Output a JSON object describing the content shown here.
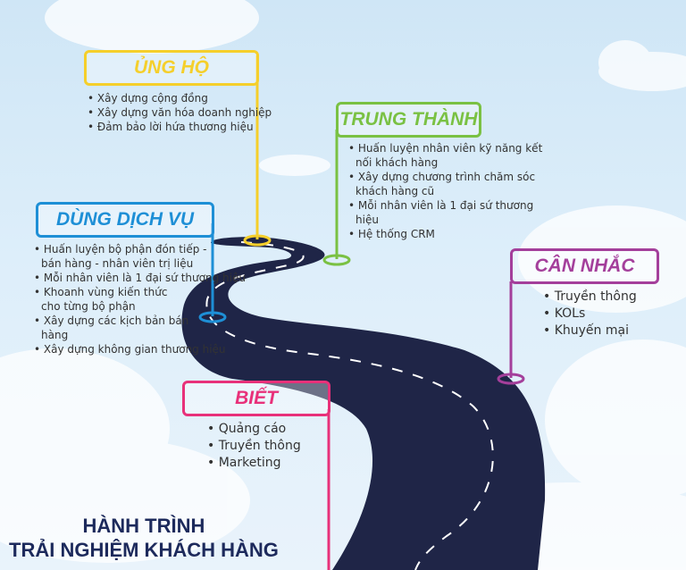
{
  "title": {
    "line1": "HÀNH TRÌNH",
    "line2": "TRẢI NGHIỆM KHÁCH HÀNG"
  },
  "stages": {
    "ung_ho": {
      "label": "ỦNG HỘ",
      "color": "#f5cf2b",
      "items": [
        "Xây dựng cộng đồng",
        "Xây dựng văn hóa doanh nghiệp",
        "Đảm bảo lời hứa thương hiệu"
      ]
    },
    "trung_thanh": {
      "label": "TRUNG THÀNH",
      "color": "#7ac143",
      "items": [
        "Huấn luyện nhân viên kỹ năng kết nối khách hàng",
        "Xây dựng chương trình chăm sóc khách hàng cũ",
        "Mỗi nhân viên là 1 đại sứ thương hiệu",
        "Hệ thống CRM"
      ]
    },
    "dung_dich_vu": {
      "label": "DÙNG DỊCH VỤ",
      "color": "#1e8fd6",
      "items": [
        "Huấn luyện bộ phận đón tiếp - bán hàng - nhân viên trị liệu",
        "Mỗi nhân viên là 1 đại sứ thương hiệu",
        "Khoanh vùng kiến thức cho từng bộ phận",
        "Xây dựng các kịch bản bán hàng",
        "Xây dựng không gian thương hiệu"
      ]
    },
    "can_nhac": {
      "label": "CÂN NHẮC",
      "color": "#a43f9b",
      "items": [
        "Truyền thông",
        "KOLs",
        "Khuyến mại"
      ]
    },
    "biet": {
      "label": "BIẾT",
      "color": "#e8317a",
      "items": [
        "Quảng cáo",
        "Truyền thông",
        "Marketing"
      ]
    }
  },
  "road_color": "#1f2547"
}
